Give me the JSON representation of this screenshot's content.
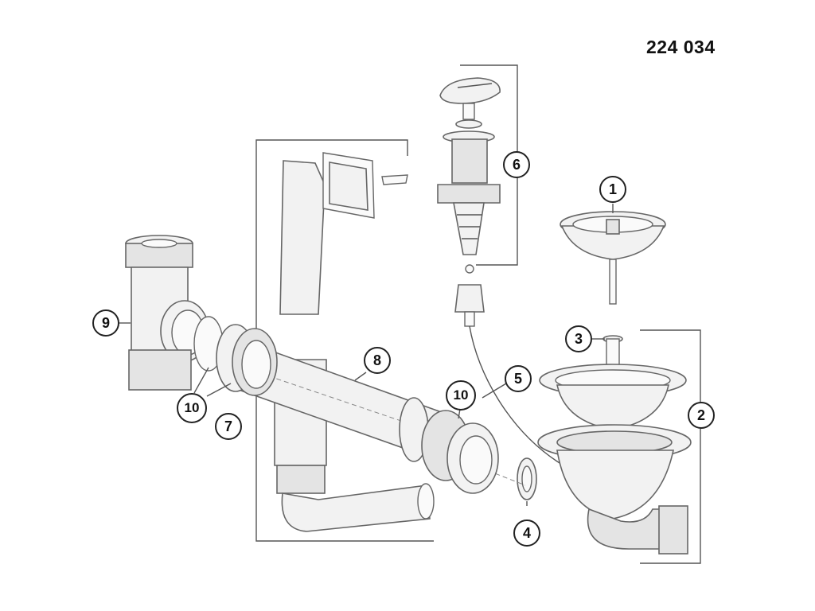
{
  "drawing_number": "224 034",
  "callouts": [
    "1",
    "2",
    "3",
    "4",
    "5",
    "6",
    "7",
    "8",
    "9",
    "10",
    "10"
  ],
  "colors": {
    "line": "#555555",
    "fill": "#f2f2f2",
    "text": "#111111"
  }
}
